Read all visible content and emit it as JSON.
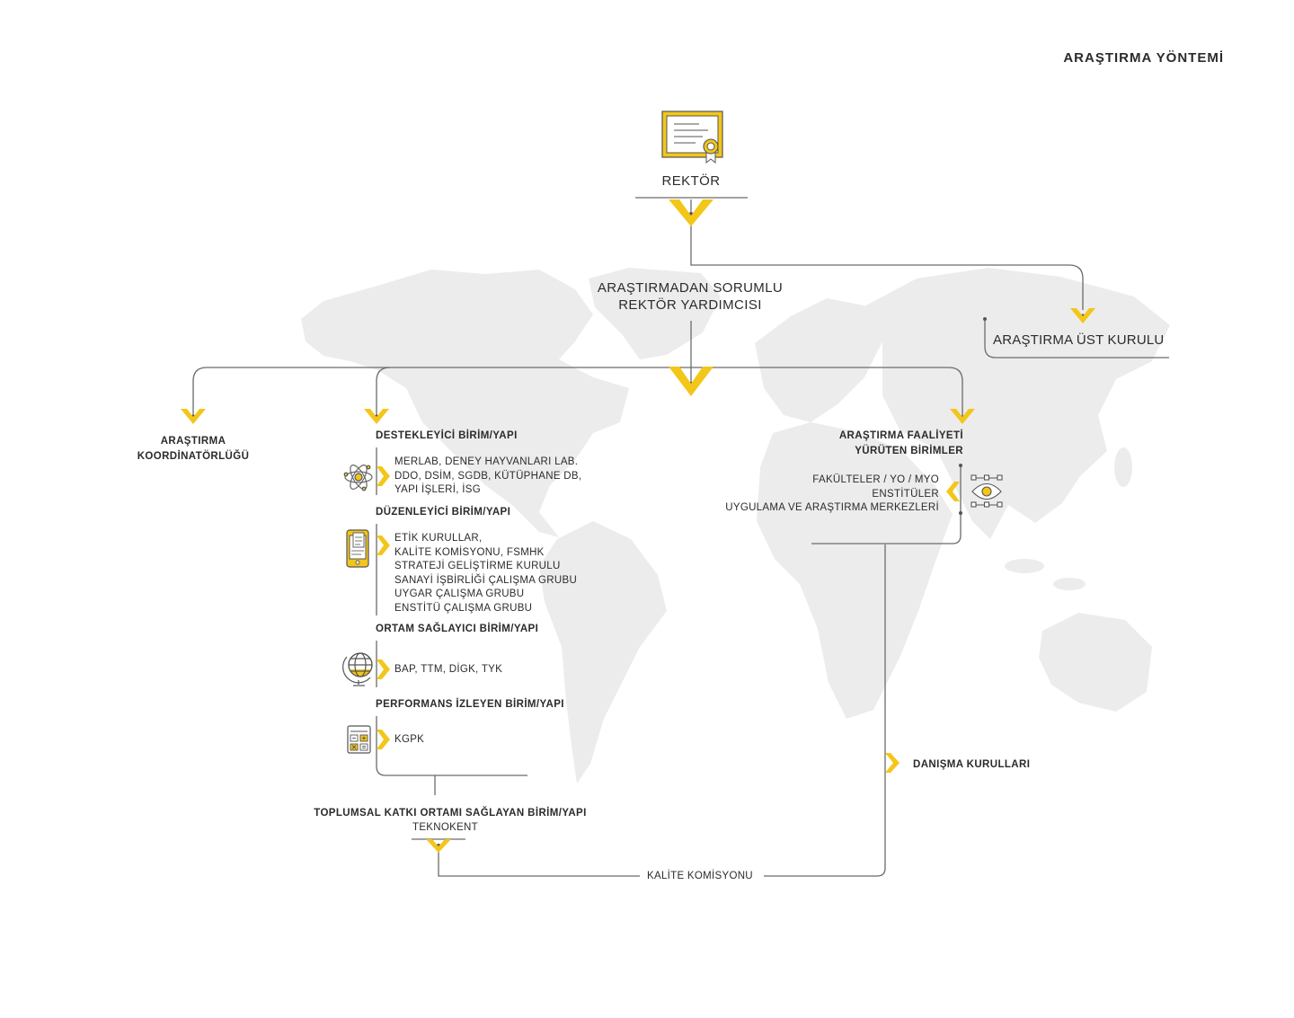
{
  "page": {
    "title": "ARAŞTIRMA YÖNTEMİ"
  },
  "colors": {
    "accent": "#f3c61a",
    "line": "#6b6b6b",
    "text": "#2b2b2b",
    "map": "#ececec"
  },
  "nodes": {
    "rektor": {
      "label": "REKTÖR",
      "icon": "certificate-icon"
    },
    "vice_rector": {
      "line1": "ARAŞTIRMADAN SORUMLU",
      "line2": "REKTÖR YARDIMCISI"
    },
    "upper_board": {
      "label": "ARAŞTIRMA ÜST KURULU"
    },
    "coordination": {
      "line1": "ARAŞTIRMA",
      "line2": "KOORDİNATÖRLÜĞÜ"
    },
    "support_units": {
      "title": "DESTEKLEYİCİ BİRİM/YAPI",
      "icon": "atom-icon",
      "items": [
        "MERLAB, DENEY HAYVANLARI LAB.",
        "DDO, DSİM, SGDB, KÜTÜPHANE DB,",
        "YAPI İŞLERİ, İSG"
      ]
    },
    "regulatory_units": {
      "title": "DÜZENLEYİCİ BİRİM/YAPI",
      "icon": "tablet-document-icon",
      "items": [
        "ETİK KURULLAR,",
        "KALİTE KOMİSYONU, FSMHK",
        "STRATEJİ GELİŞTİRME KURULU",
        "SANAYİ İŞBİRLİĞİ ÇALIŞMA GRUBU",
        "UYGAR ÇALIŞMA GRUBU",
        "ENSTİTÜ ÇALIŞMA GRUBU"
      ]
    },
    "environment_units": {
      "title": "ORTAM SAĞLAYICI BİRİM/YAPI",
      "icon": "globe-icon",
      "items": [
        "BAP, TTM, DİGK, TYK"
      ]
    },
    "performance_units": {
      "title": "PERFORMANS İZLEYEN BİRİM/YAPI",
      "icon": "calculator-icon",
      "items": [
        "KGPK"
      ]
    },
    "social_contribution": {
      "title": "TOPLUMSAL KATKI ORTAMI SAĞLAYAN BİRİM/YAPI",
      "items": [
        "TEKNOKENT"
      ]
    },
    "quality_commission": {
      "label": "KALİTE KOMİSYONU"
    },
    "research_units": {
      "line1": "ARAŞTIRMA FAALİYETİ",
      "line2": "YÜRÜTEN BİRİMLER",
      "icon": "vector-path-icon",
      "items": [
        "FAKÜLTELER / YO / MYO",
        "ENSTİTÜLER",
        "UYGULAMA VE ARAŞTIRMA MERKEZLERİ"
      ]
    },
    "advisory_boards": {
      "label": "DANIŞMA KURULLARI"
    }
  }
}
